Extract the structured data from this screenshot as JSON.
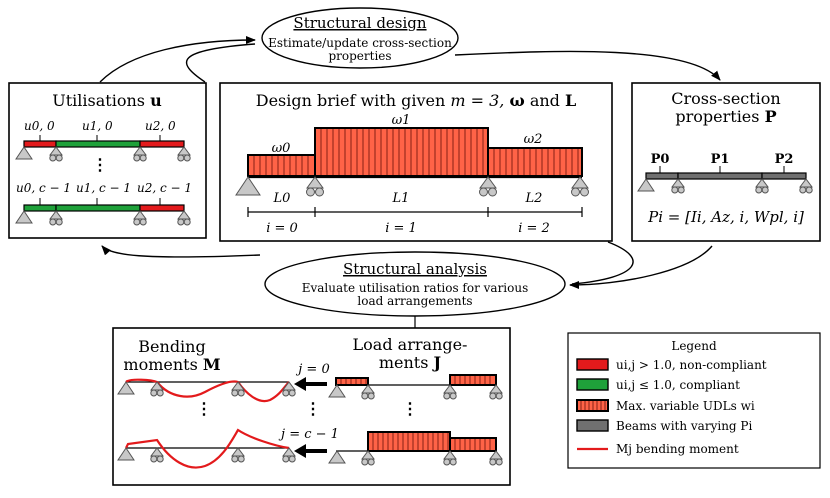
{
  "top_node": {
    "title": "Structural design",
    "line1": "Estimate/update cross-section",
    "line2": "properties"
  },
  "bottom_node": {
    "title": "Structural analysis",
    "line1": "Evaluate utilisation ratios for various",
    "line2": "load arrangements"
  },
  "util_box": {
    "title": "Utilisations",
    "title_symbol": "u",
    "labels_top": [
      "u0, 0",
      "u1, 0",
      "u2, 0"
    ],
    "labels_bottom": [
      "u0, c − 1",
      "u1, c − 1",
      "u2, c − 1"
    ],
    "dots": "⋮"
  },
  "brief_box": {
    "title_prefix": "Design brief with given",
    "m_eq": "m = 3,",
    "omega": "ω",
    "and": "and",
    "L": "L",
    "omegas": [
      "ω0",
      "ω1",
      "ω2"
    ],
    "lengths": [
      "L0",
      "L1",
      "L2"
    ],
    "indices": [
      "i = 0",
      "i = 1",
      "i = 2"
    ]
  },
  "cs_box": {
    "title_line1": "Cross-section",
    "title_line2": "properties",
    "title_symbol": "P",
    "p_labels": [
      "P0",
      "P1",
      "P2"
    ],
    "formula": "Pi = [Ii, Az, i, Wpl, i]"
  },
  "analysis_box": {
    "bending_line1": "Bending",
    "bending_line2": "moments",
    "bending_symbol": "M",
    "load_line1": "Load arrange-",
    "load_line2": "ments",
    "load_symbol": "J",
    "j_top": "j = 0",
    "j_bottom": "j = c − 1",
    "dots": "⋮"
  },
  "legend": {
    "title": "Legend",
    "items": [
      {
        "label": "ui,j > 1.0, non-compliant",
        "color": "#e31a1c"
      },
      {
        "label": "ui,j ≤ 1.0, compliant",
        "color": "#1fa13a"
      },
      {
        "label": "Max. variable UDLs wi",
        "color": "#ff6347"
      },
      {
        "label": "Beams with varying Pi",
        "color": "#707070"
      },
      {
        "label": "Mj bending moment",
        "color": "#e31a1c"
      }
    ]
  },
  "colors": {
    "red": "#e31a1c",
    "green": "#1fa13a",
    "udl": "#ff6347",
    "grey": "#707070",
    "support": "#c8c8c8"
  }
}
